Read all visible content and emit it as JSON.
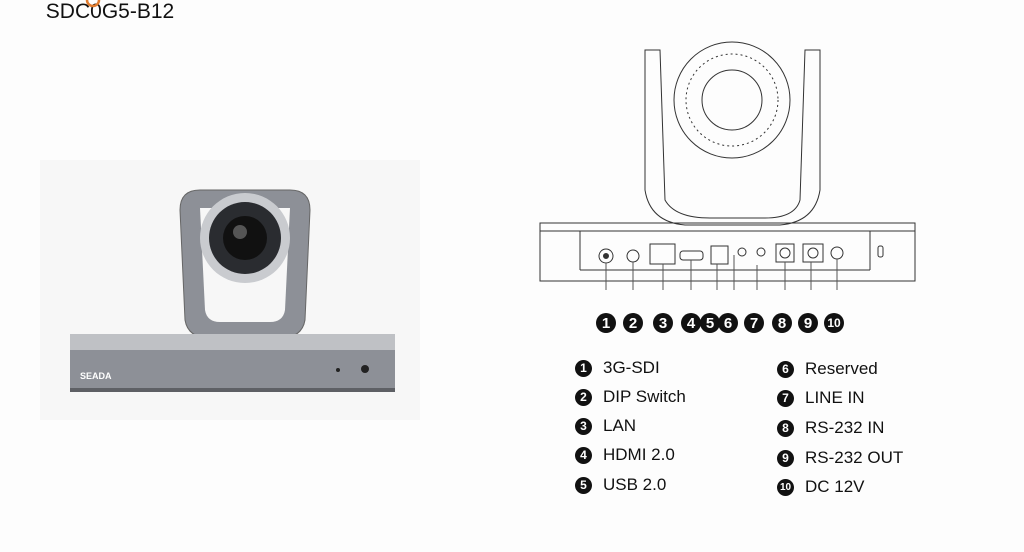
{
  "product": {
    "model": "SDC0G5-B12",
    "brand_logo": "SEADA"
  },
  "ports": [
    {
      "n": "1",
      "label": "3G-SDI"
    },
    {
      "n": "2",
      "label": "DIP Switch"
    },
    {
      "n": "3",
      "label": "LAN"
    },
    {
      "n": "4",
      "label": "HDMI 2.0"
    },
    {
      "n": "5",
      "label": "USB 2.0"
    },
    {
      "n": "6",
      "label": "Reserved"
    },
    {
      "n": "7",
      "label": "LINE IN"
    },
    {
      "n": "8",
      "label": "RS-232 IN"
    },
    {
      "n": "9",
      "label": "RS-232 OUT"
    },
    {
      "n": "10",
      "label": "DC 12V"
    }
  ],
  "colors": {
    "accent": "#e07b2e"
  }
}
